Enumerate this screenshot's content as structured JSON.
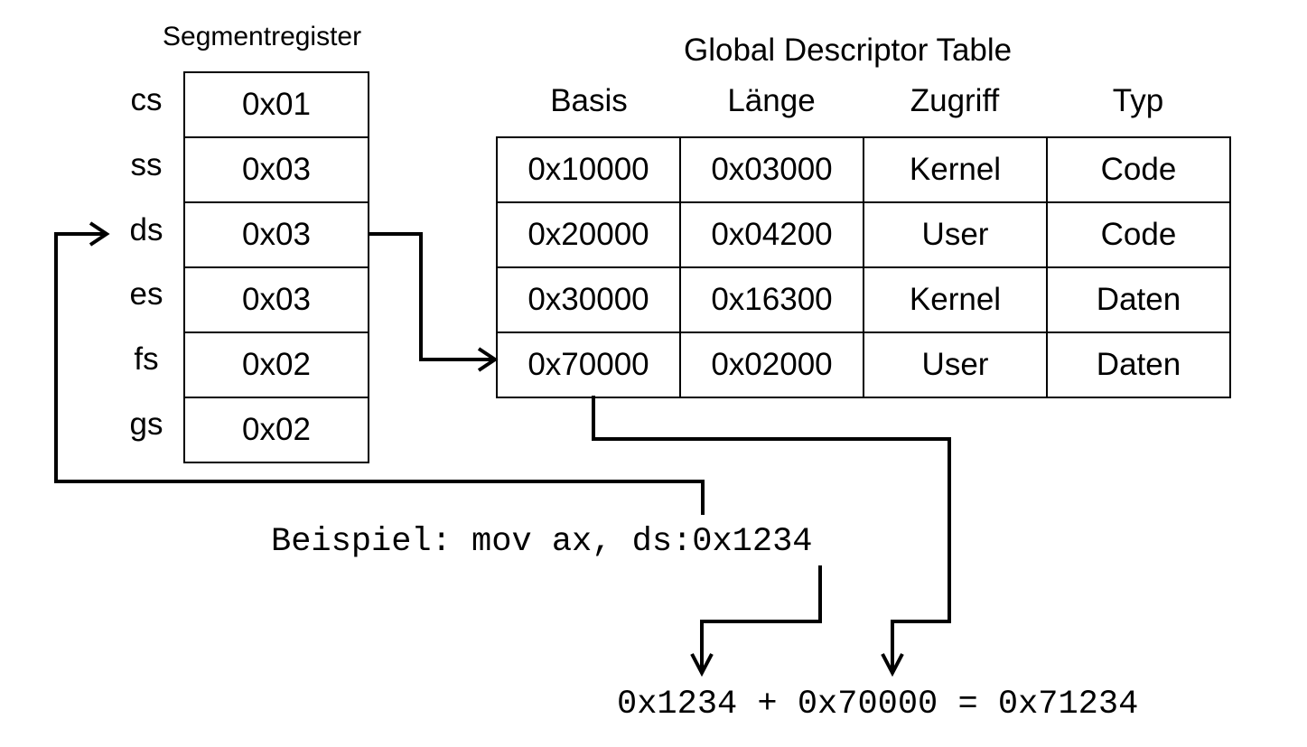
{
  "segment_registers": {
    "title": "Segmentregister",
    "rows": [
      {
        "name": "cs",
        "value": "0x01"
      },
      {
        "name": "ss",
        "value": "0x03"
      },
      {
        "name": "ds",
        "value": "0x03"
      },
      {
        "name": "es",
        "value": "0x03"
      },
      {
        "name": "fs",
        "value": "0x02"
      },
      {
        "name": "gs",
        "value": "0x02"
      }
    ]
  },
  "gdt": {
    "title": "Global Descriptor Table",
    "headers": [
      "Basis",
      "Länge",
      "Zugriff",
      "Typ"
    ],
    "rows": [
      [
        "0x10000",
        "0x03000",
        "Kernel",
        "Code"
      ],
      [
        "0x20000",
        "0x04200",
        "User",
        "Code"
      ],
      [
        "0x30000",
        "0x16300",
        "Kernel",
        "Daten"
      ],
      [
        "0x70000",
        "0x02000",
        "User",
        "Daten"
      ]
    ]
  },
  "example": "Beispiel: mov ax, ds:0x1234",
  "result": "0x1234 + 0x70000 = 0x71234"
}
